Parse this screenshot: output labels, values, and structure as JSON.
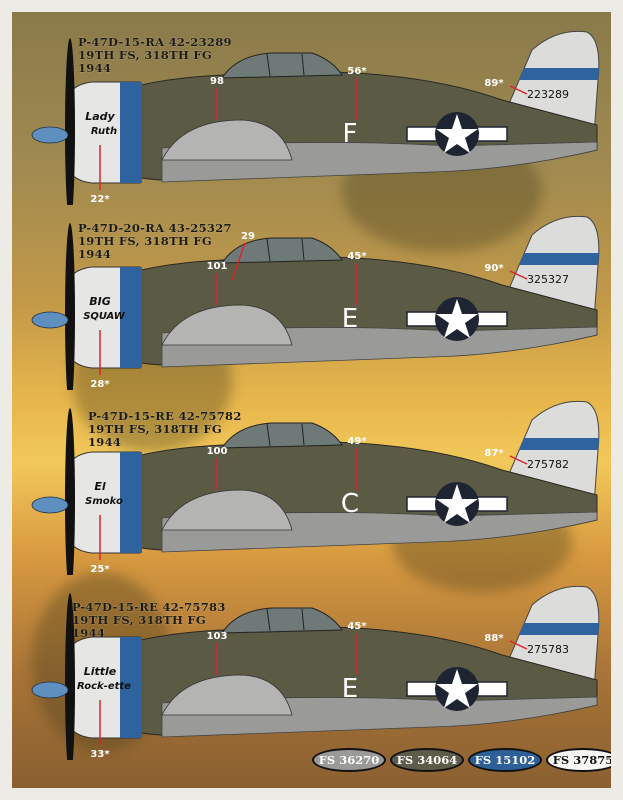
{
  "aircraft": [
    {
      "title": [
        "P-47D-15-RA 42-23289",
        "19TH FS, 318TH FG",
        "1944"
      ],
      "nose_art": [
        "Lady",
        "Ruth"
      ],
      "code_letter": "F",
      "serial": "223289",
      "callouts": {
        "fuselage_a": "98",
        "code": "56*",
        "tail": "89*",
        "nose": "22*"
      }
    },
    {
      "title": [
        "P-47D-20-RA 43-25327",
        "19TH FS, 318TH FG",
        "1944"
      ],
      "nose_art": [
        "BIG",
        "SQUAW"
      ],
      "code_letter": "E",
      "serial": "325327",
      "callouts": {
        "fuselage_a": "101",
        "fuselage_b": "29",
        "code": "45*",
        "tail": "90*",
        "nose": "28*"
      }
    },
    {
      "title": [
        "P-47D-15-RE 42-75782",
        "19TH FS, 318TH FG",
        "1944"
      ],
      "nose_art": [
        "El",
        "Smoko"
      ],
      "code_letter": "C",
      "serial": "275782",
      "callouts": {
        "fuselage_a": "100",
        "code": "49*",
        "tail": "87*",
        "nose": "25*"
      }
    },
    {
      "title": [
        "P-47D-15-RE 42-75783",
        "19TH FS, 318TH FG",
        "1944"
      ],
      "nose_art": [
        "Little",
        "Rock-ette"
      ],
      "code_letter": "E",
      "serial": "275783",
      "callouts": {
        "fuselage_a": "103",
        "code": "45*",
        "tail": "88*",
        "nose": "33*"
      }
    }
  ],
  "color_chips": [
    {
      "label": "FS 36270",
      "color": "#9a9a98",
      "text": "#ffffff"
    },
    {
      "label": "FS 34064",
      "color": "#5d5c4a",
      "text": "#ffffff"
    },
    {
      "label": "FS 15102",
      "color": "#2d5f98",
      "text": "#ffffff"
    },
    {
      "label": "FS 37875",
      "color": "#f6f6f4",
      "text": "#111111"
    }
  ],
  "colors": {
    "olive": "#5b5a44",
    "grey": "#9a9a98",
    "blue": "#2f63a0",
    "callout": "#d8262a",
    "insignia": "#1f2433"
  }
}
